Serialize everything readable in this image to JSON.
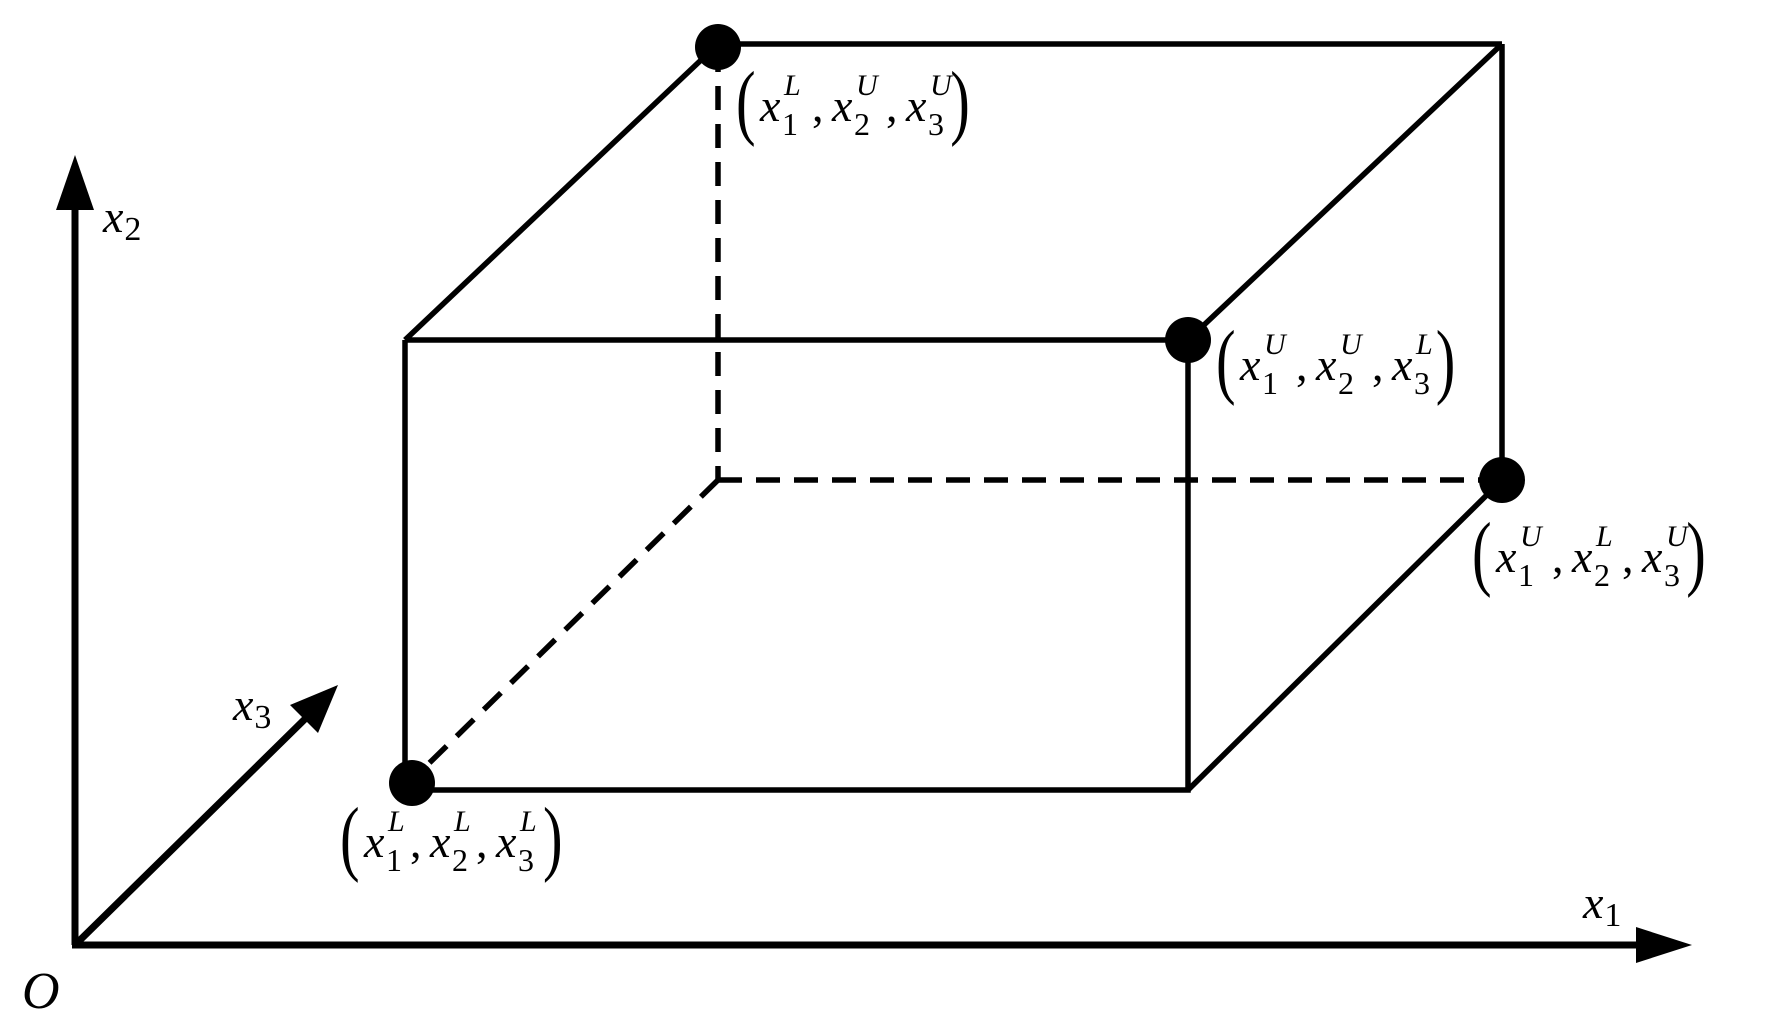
{
  "axes": {
    "origin": "O",
    "x1": {
      "var": "x",
      "sub": "1"
    },
    "x2": {
      "var": "x",
      "sub": "2"
    },
    "x3": {
      "var": "x",
      "sub": "3"
    }
  },
  "vertices": {
    "lll": {
      "var": "x",
      "s1": "1",
      "p1": "L",
      "s2": "2",
      "p2": "L",
      "s3": "3",
      "p3": "L"
    },
    "luu": {
      "var": "x",
      "s1": "1",
      "p1": "L",
      "s2": "2",
      "p2": "U",
      "s3": "3",
      "p3": "U"
    },
    "uul": {
      "var": "x",
      "s1": "1",
      "p1": "U",
      "s2": "2",
      "p2": "U",
      "s3": "3",
      "p3": "L"
    },
    "ulu": {
      "var": "x",
      "s1": "1",
      "p1": "U",
      "s2": "2",
      "p2": "L",
      "s3": "3",
      "p3": "U"
    }
  },
  "punct": {
    "open": "(",
    "close": ")",
    "comma": ","
  },
  "colors": {
    "stroke": "#000000",
    "background": "#ffffff"
  }
}
